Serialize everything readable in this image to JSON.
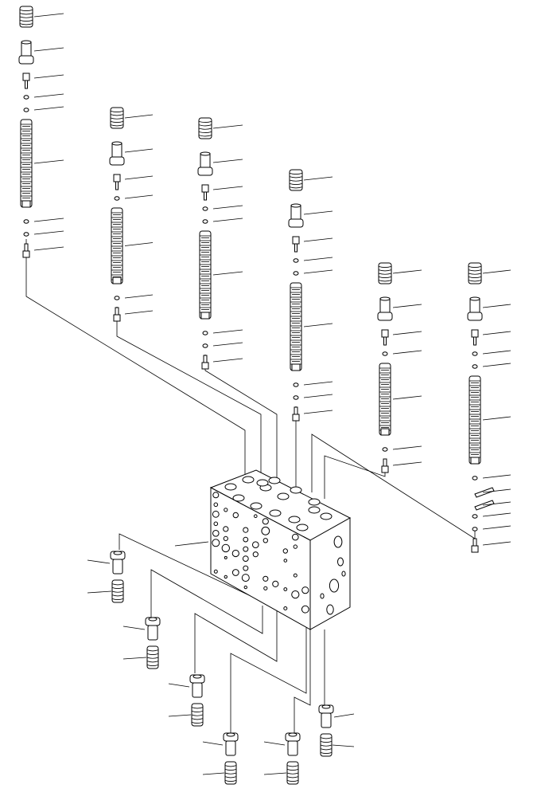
{
  "diagram": {
    "kind": "exploded-parts-view",
    "line_color": "#000000",
    "background": "#ffffff",
    "upper_stacks": [
      {
        "id": "stack-1",
        "parts": [
          "spring",
          "retainer",
          "stopper",
          "o-ring",
          "o-ring",
          "spool",
          "o-ring",
          "o-ring",
          "plug"
        ]
      },
      {
        "id": "stack-2",
        "parts": [
          "spring",
          "retainer",
          "stopper",
          "o-ring",
          "spool",
          "o-ring",
          "plug"
        ]
      },
      {
        "id": "stack-3",
        "parts": [
          "spring",
          "retainer",
          "stopper",
          "o-ring",
          "o-ring",
          "spool",
          "o-ring",
          "o-ring",
          "plug"
        ]
      },
      {
        "id": "stack-4",
        "parts": [
          "spring",
          "retainer",
          "stopper",
          "o-ring",
          "o-ring",
          "spool",
          "o-ring",
          "o-ring",
          "plug"
        ]
      },
      {
        "id": "stack-5",
        "parts": [
          "spring",
          "retainer",
          "stopper",
          "o-ring",
          "spool",
          "o-ring",
          "plug"
        ]
      },
      {
        "id": "stack-6",
        "parts": [
          "spring",
          "retainer",
          "stopper",
          "o-ring",
          "o-ring",
          "spool",
          "o-ring",
          "pin",
          "pin",
          "o-ring",
          "o-ring",
          "plug"
        ]
      }
    ],
    "valve_body": {
      "id": "valve-body",
      "part": "control-valve-block"
    },
    "lower_stacks": [
      {
        "id": "lower-1",
        "parts": [
          "cap",
          "spring"
        ]
      },
      {
        "id": "lower-2",
        "parts": [
          "cap",
          "spring"
        ]
      },
      {
        "id": "lower-3",
        "parts": [
          "cap",
          "spring"
        ]
      },
      {
        "id": "lower-4",
        "parts": [
          "cap",
          "spring"
        ]
      },
      {
        "id": "lower-5",
        "parts": [
          "cap",
          "spring"
        ]
      },
      {
        "id": "lower-6",
        "parts": [
          "cap",
          "spring"
        ]
      }
    ]
  }
}
